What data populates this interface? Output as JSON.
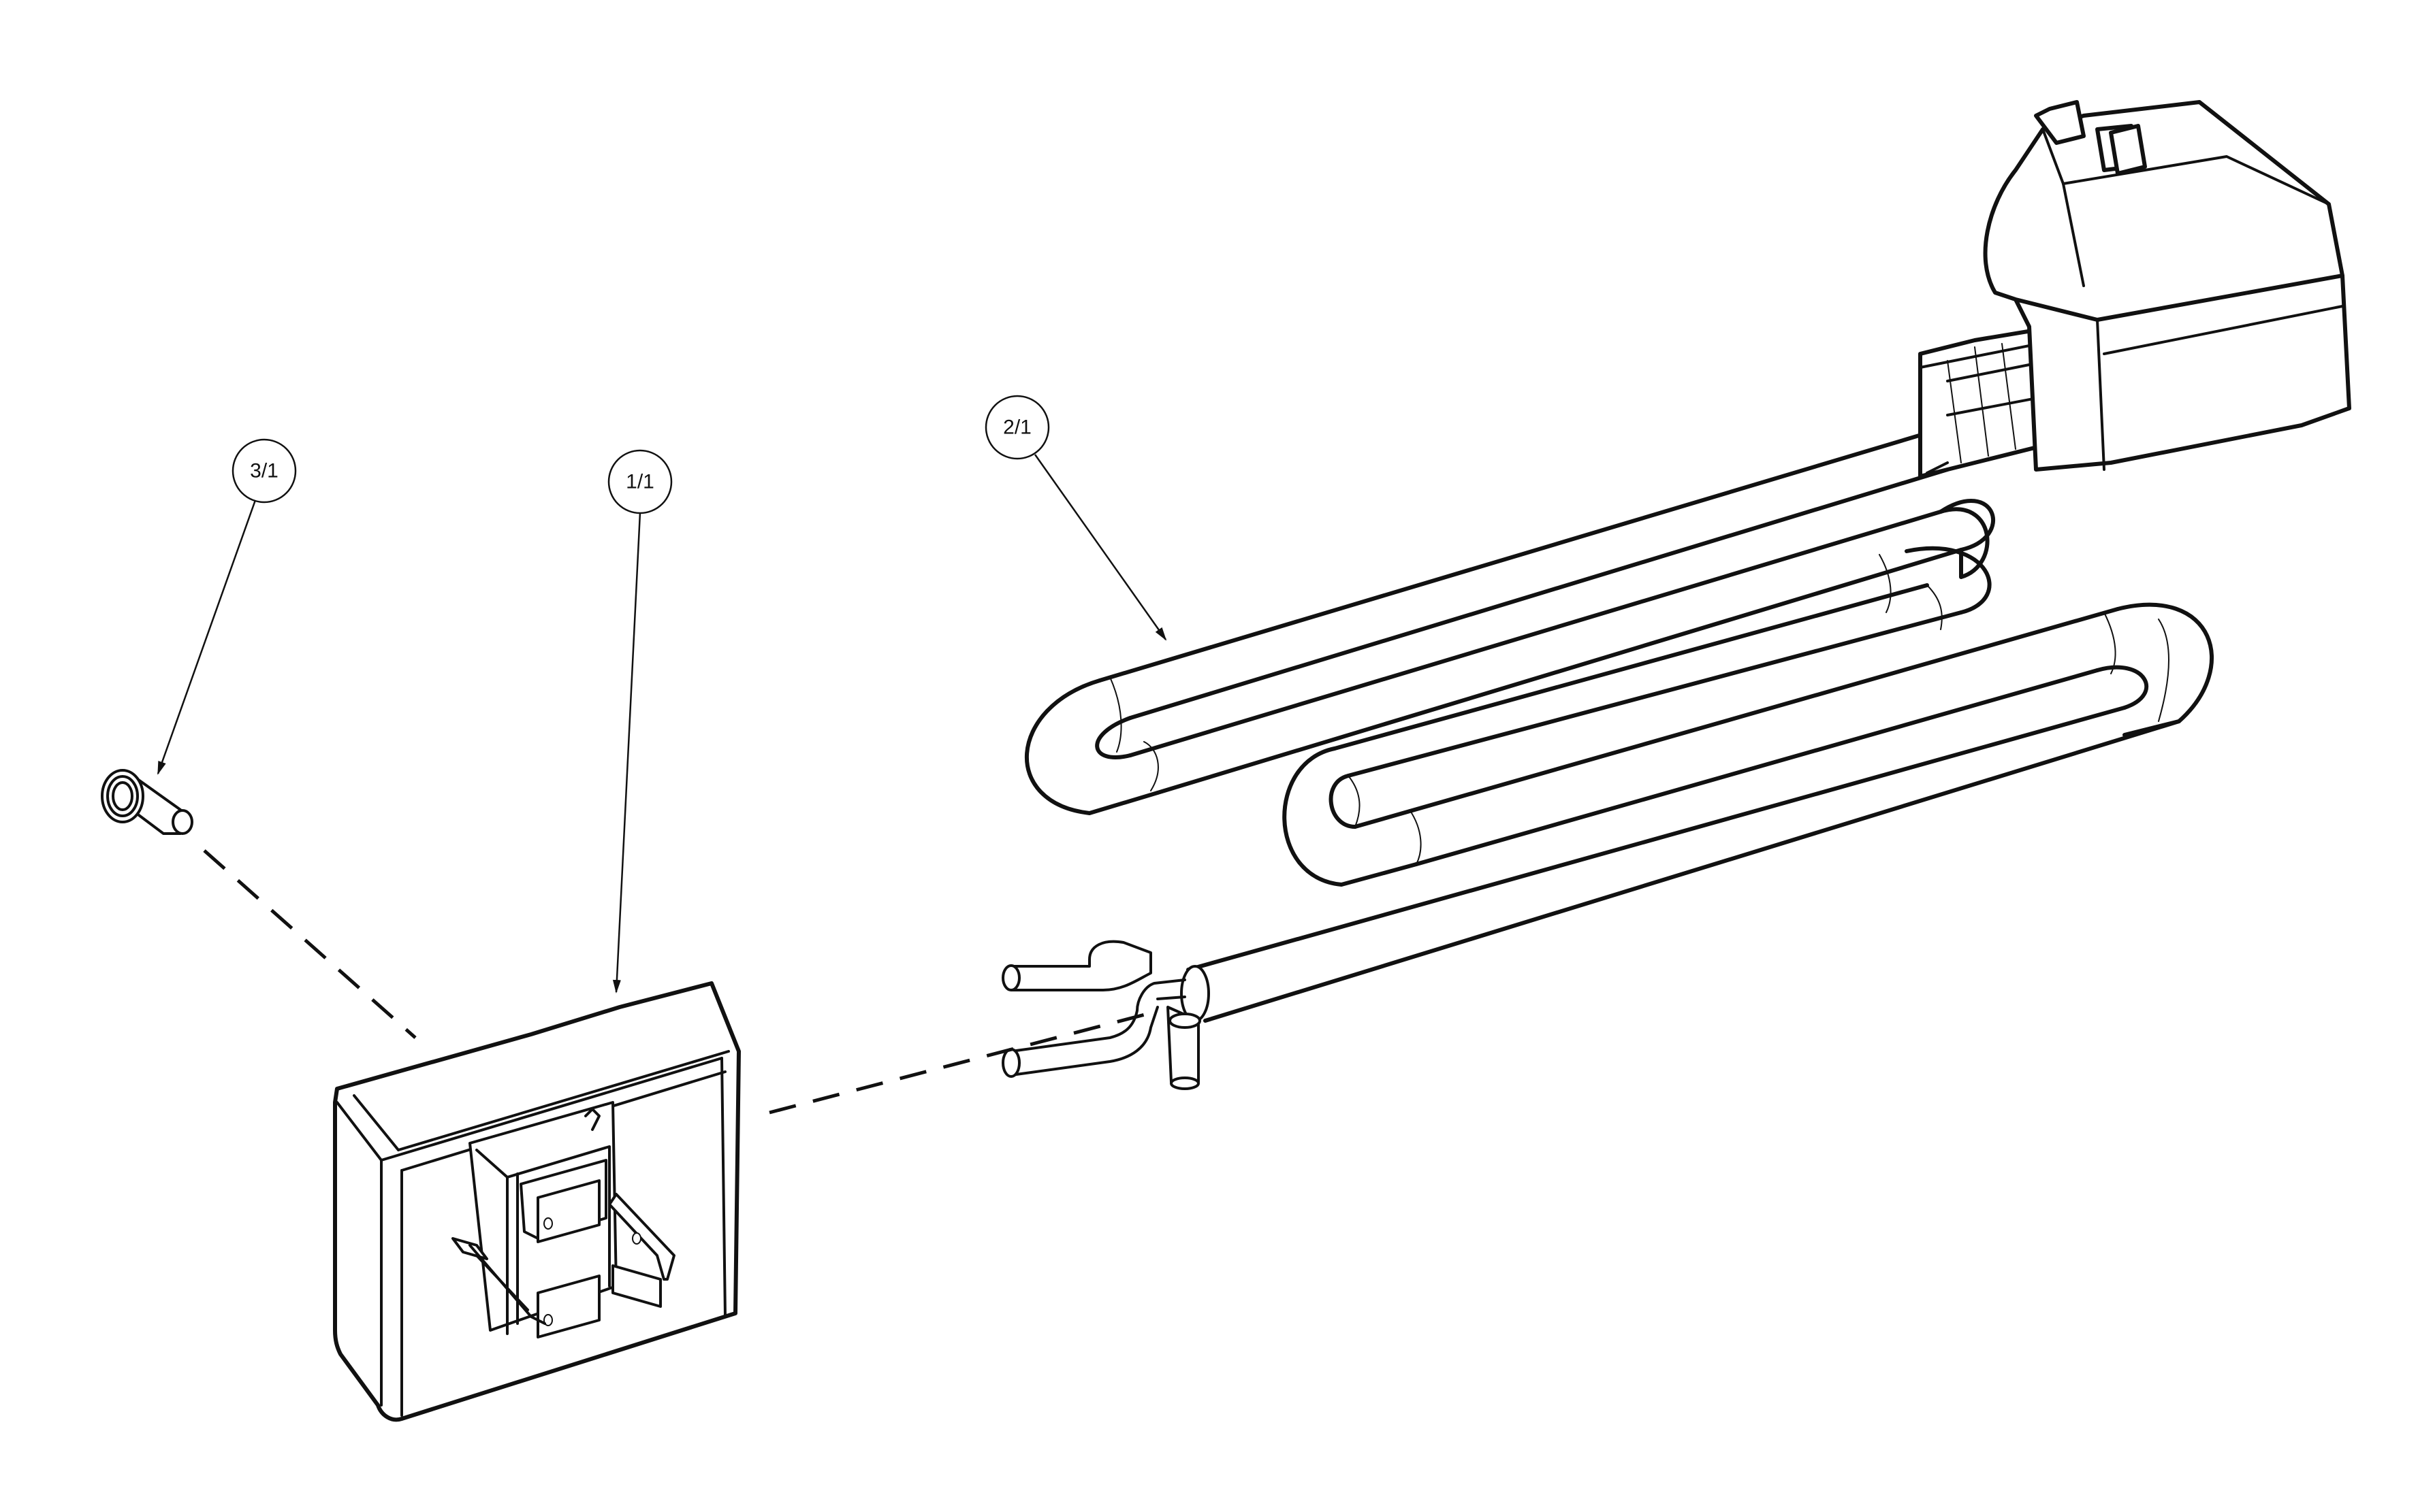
{
  "callouts": [
    {
      "id": "screw",
      "label": "3/1"
    },
    {
      "id": "box",
      "label": "1/1"
    },
    {
      "id": "heater",
      "label": "2/1"
    }
  ],
  "colors": {
    "line": "#111111",
    "paper": "#ffffff"
  }
}
